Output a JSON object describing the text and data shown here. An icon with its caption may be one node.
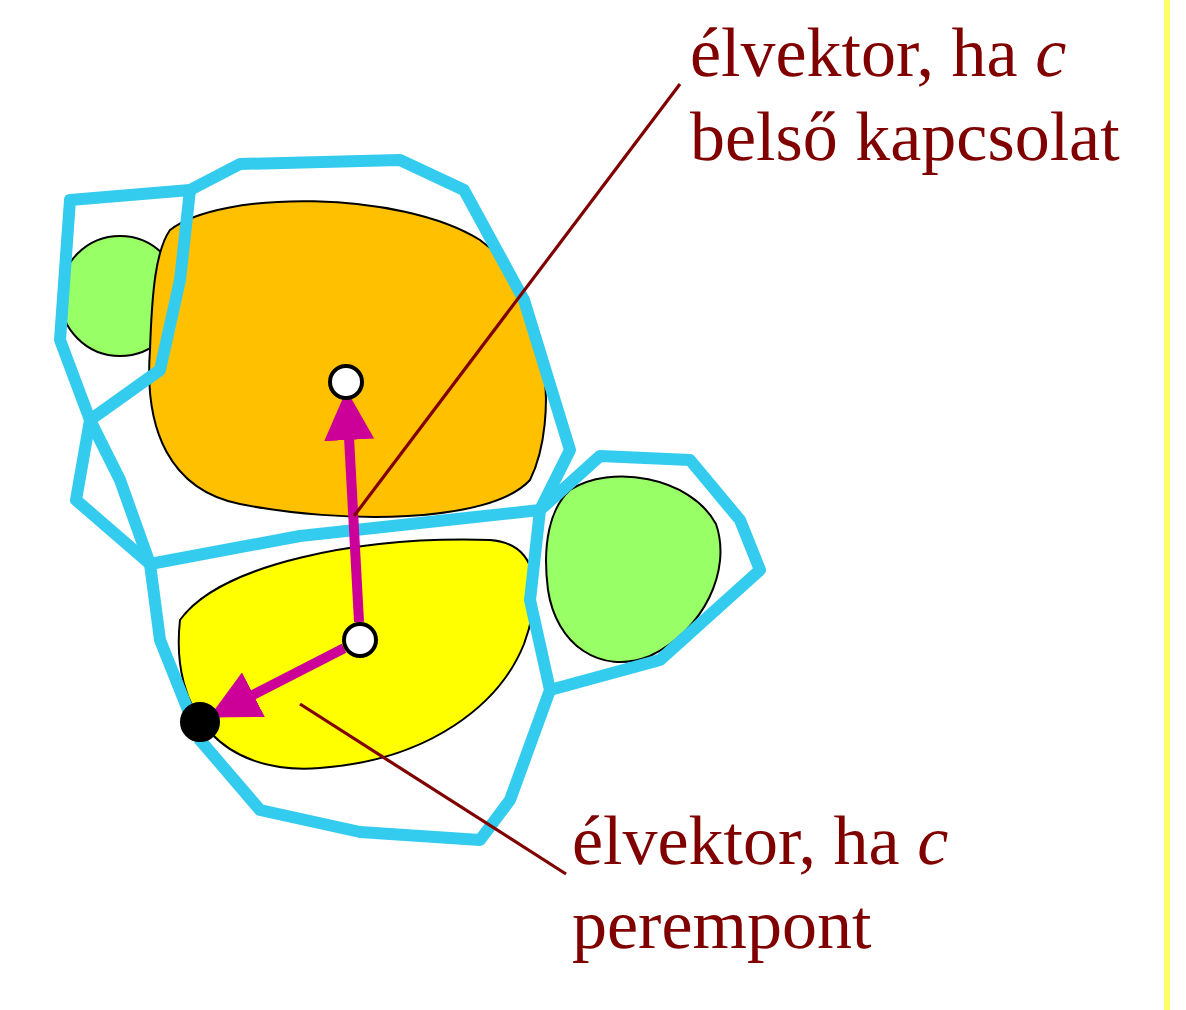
{
  "diagram": {
    "nodes": [
      {
        "text": [
          "élvektor, ha *c* belső kapcsolat"
        ]
      },
      {
        "text": [
          "élvektor, ha *c* perempont"
        ]
      },
      {
        "text": [],
        "shape": "circle"
      },
      {
        "text": [],
        "shape": "circle"
      },
      {
        "text": [],
        "shape": "circle"
      }
    ],
    "edges": [
      {
        "from": 3,
        "to": 2,
        "arrow": "to",
        "style": "thick",
        "color": "#cc0099"
      },
      {
        "from": 3,
        "to": 4,
        "arrow": "to",
        "style": "thick",
        "color": "#cc0099"
      },
      {
        "from": 0,
        "to": null,
        "arrow": "none",
        "color": "#800000"
      },
      {
        "from": 1,
        "to": null,
        "arrow": "none",
        "color": "#800000"
      }
    ]
  }
}
